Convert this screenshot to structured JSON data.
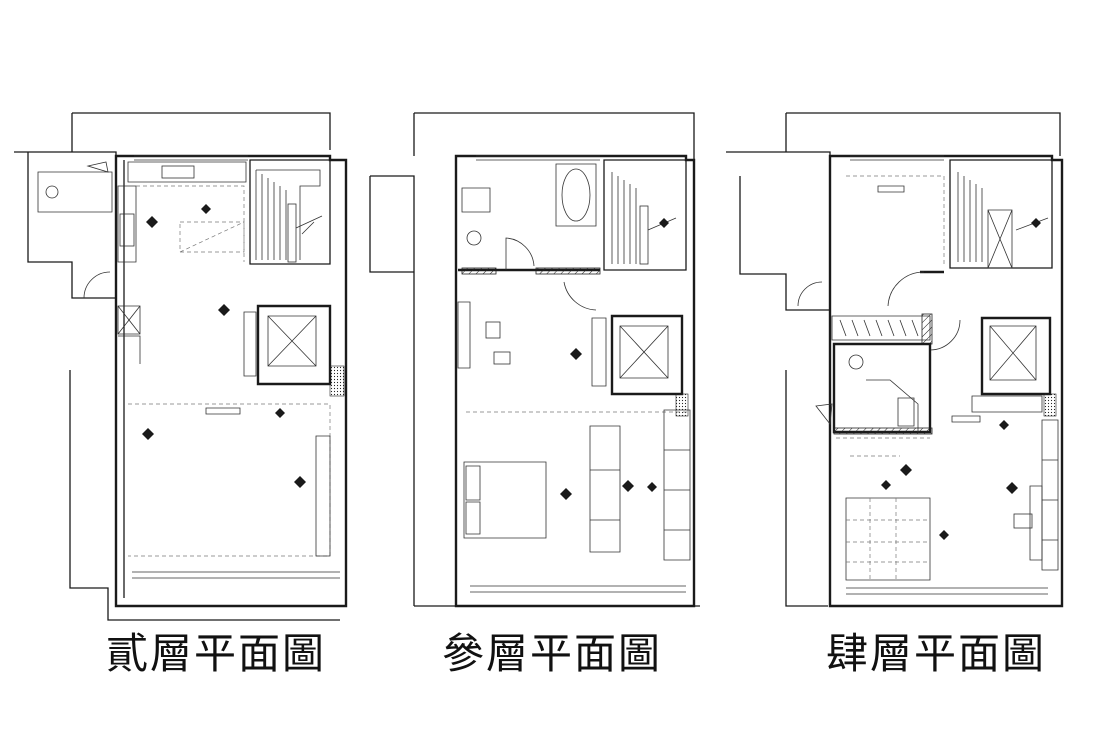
{
  "plans": [
    {
      "caption": "貳層平面圖"
    },
    {
      "caption": "參層平面圖"
    },
    {
      "caption": "肆層平面圖"
    }
  ],
  "colors": {
    "line": "#1a1a1a",
    "background": "#ffffff"
  }
}
